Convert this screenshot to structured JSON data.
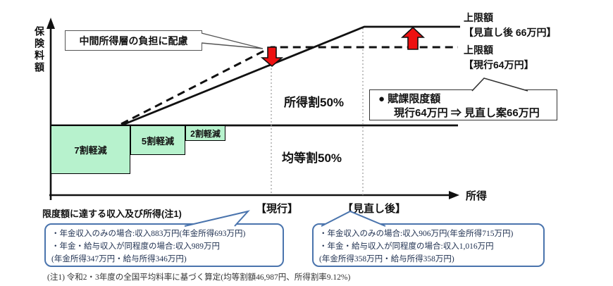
{
  "colors": {
    "accent_red": "#ee1111",
    "reduction_green": "#b7f2cd",
    "callout_blue": "#4a74ad",
    "line_black": "#111111"
  },
  "axis": {
    "y_label": "保険料額",
    "x_label": "所得"
  },
  "callout_consideration": {
    "label": "中間所得層の負担に配慮"
  },
  "caps": {
    "revised": {
      "line1": "上限額",
      "line2": "【見直し後 66万円】"
    },
    "current": {
      "line1": "上限額",
      "line2": "【現行64万円】"
    }
  },
  "zones": {
    "income_based": "所得割50%",
    "per_capita": "均等割50%"
  },
  "reductions": [
    {
      "label": "7割軽減"
    },
    {
      "label": "5割軽減"
    },
    {
      "label": "2割軽減"
    }
  ],
  "limit_box": {
    "title": "● 賦課限度額",
    "detail": "現行64万円 ⇒ 見直し案66万円"
  },
  "x_markers": {
    "current": "【現行】",
    "revised": "【見直し後】"
  },
  "threshold_heading": "限度額に達する収入及び所得(注1)",
  "current_box": {
    "lines": [
      "・年金収入のみの場合:収入883万円(年金所得693万円)",
      "・年金・給与収入が同程度の場合:収入989万円",
      "(年金所得347万円・給与所得346万円)"
    ]
  },
  "revised_box": {
    "lines": [
      "・年金収入のみの場合:収入906万円(年金所得715万円)",
      "・年金・給与収入が同程度の場合:収入1,016万円",
      "(年金所得358万円・給与所得358万円)"
    ]
  },
  "note": "(注1) 令和2・3年度の全国平均料率に基づく算定(均等割額46,987円、所得割率9.12%)"
}
